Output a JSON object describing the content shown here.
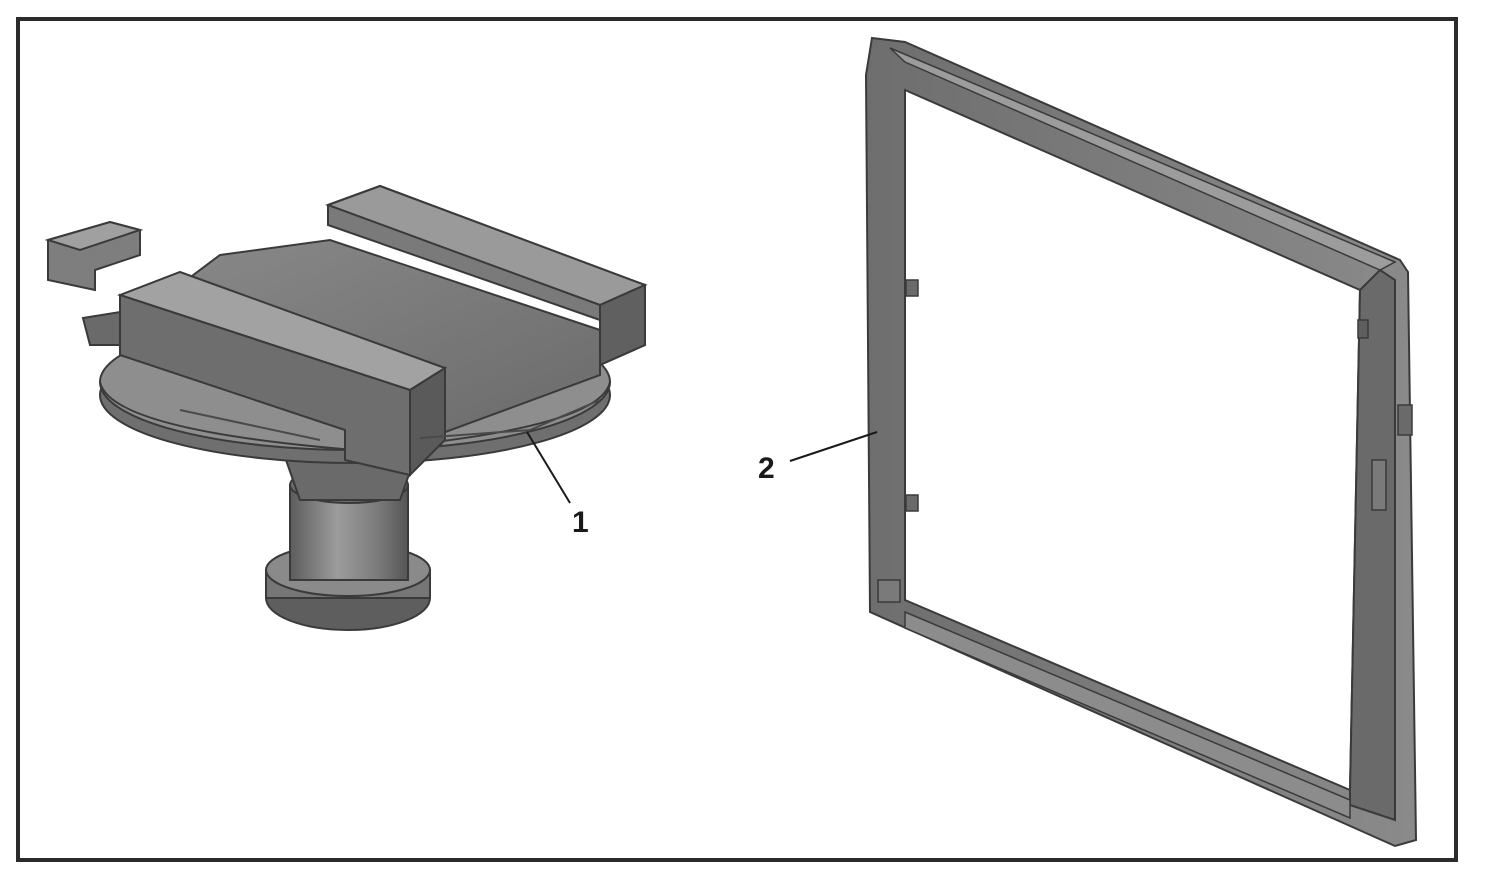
{
  "diagram": {
    "callouts": [
      {
        "id": "1",
        "label": "1"
      },
      {
        "id": "2",
        "label": "2"
      }
    ],
    "colors": {
      "frame_border": "#2b2b2b",
      "part_dark": "#5a5a5a",
      "part_mid": "#7b7b7b",
      "part_light": "#9a9a9a",
      "part_edge": "#3a3a3a"
    }
  }
}
